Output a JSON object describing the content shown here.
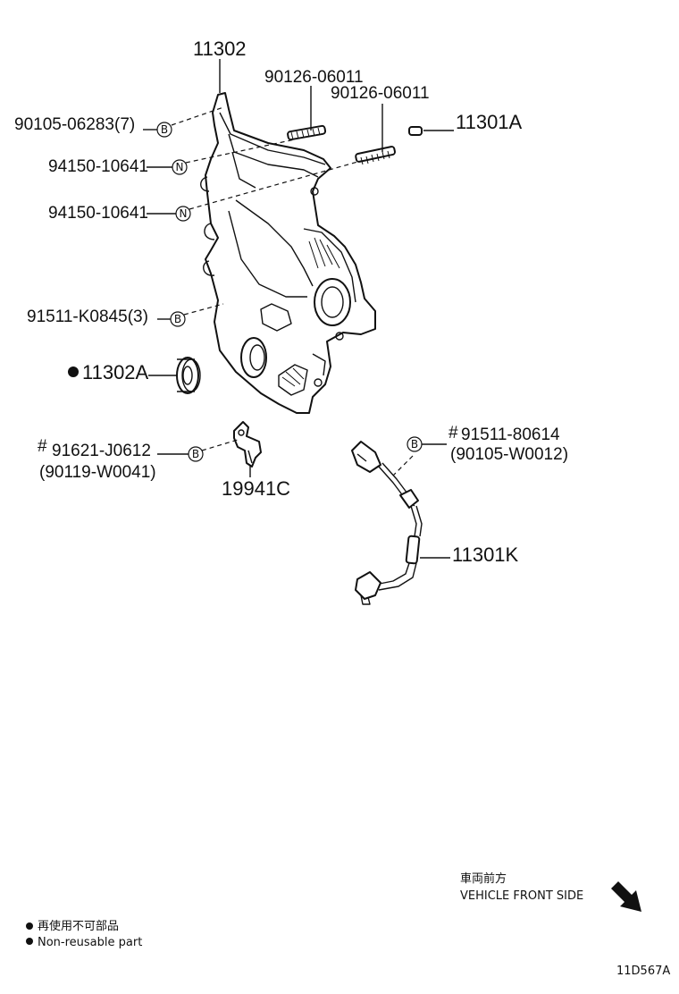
{
  "labels": {
    "p11302": "11302",
    "p90126a": "90126-06011",
    "p90126b": "90126-06011",
    "p11301a": "11301A",
    "p90105": "90105-06283(7)",
    "p94150a": "94150-10641",
    "p94150b": "94150-10641",
    "p91511k": "91511-K0845(3)",
    "p11302a": "11302A",
    "p91621": "91621-J0612",
    "p90119": "(90119-W0041)",
    "p19941c": "19941C",
    "p91511_80614": "91511-80614",
    "p90105w": "(90105-W0012)",
    "p11301k": "11301K"
  },
  "marks": {
    "hash": "#",
    "dot": "●"
  },
  "badges": {
    "b": "B",
    "n": "N"
  },
  "legend": {
    "jp": "再使用不可部品",
    "en": "Non-reusable part"
  },
  "direction": {
    "jp": "車両前方",
    "en": "VEHICLE FRONT SIDE"
  },
  "diagram_code": "11D567A"
}
